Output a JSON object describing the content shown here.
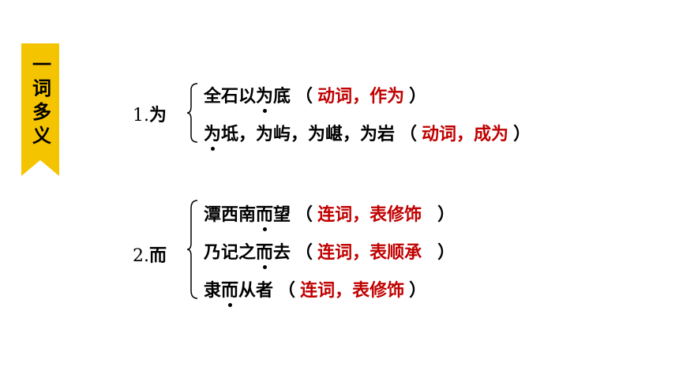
{
  "ribbon": {
    "title": "一词多义",
    "color": "#f5c400"
  },
  "accent_color": "#c00000",
  "groups": [
    {
      "label_num": "1.",
      "label_char": "为",
      "lines": [
        {
          "before": "全石以",
          "dotted": "为",
          "after": "底",
          "open": "（",
          "gloss": "动词，作为",
          "close": "）"
        },
        {
          "before": "",
          "dotted": "为",
          "after": "坻，为屿，为嵁，为岩",
          "open": "（",
          "gloss": "动词，成为",
          "close": "）"
        }
      ]
    },
    {
      "label_num": "2.",
      "label_char": "而",
      "lines": [
        {
          "before": "潭西南",
          "dotted": "而",
          "after": "望",
          "open": "（",
          "gloss": "连词，表修饰",
          "close": "）"
        },
        {
          "before": "乃记之",
          "dotted": "而",
          "after": "去",
          "open": "（",
          "gloss": "连词，表顺承",
          "close": "）"
        },
        {
          "before": "隶",
          "dotted": "而",
          "after": "从者",
          "open": "（",
          "gloss": "连词，表修饰",
          "close": "）"
        }
      ]
    }
  ]
}
